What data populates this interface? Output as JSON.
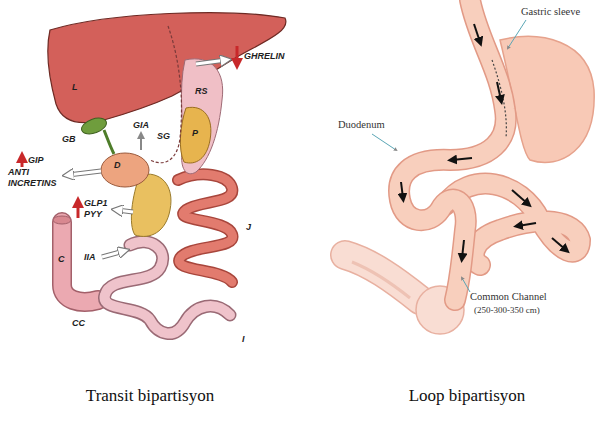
{
  "diagram": {
    "labels": [
      "GHRELIN",
      "L",
      "RS",
      "GIA",
      "SG",
      "P",
      "GB",
      "D",
      "GIP",
      "ANTI INCRETINS",
      "GLP1",
      "PYY",
      "J",
      "IIA",
      "C",
      "CC",
      "I",
      "Gastric sleeve",
      "Duodenum",
      "Common Channel",
      "(250-300-350 cm)",
      "Transit bipartisyon",
      "Loop bipartisyon"
    ]
  }
}
